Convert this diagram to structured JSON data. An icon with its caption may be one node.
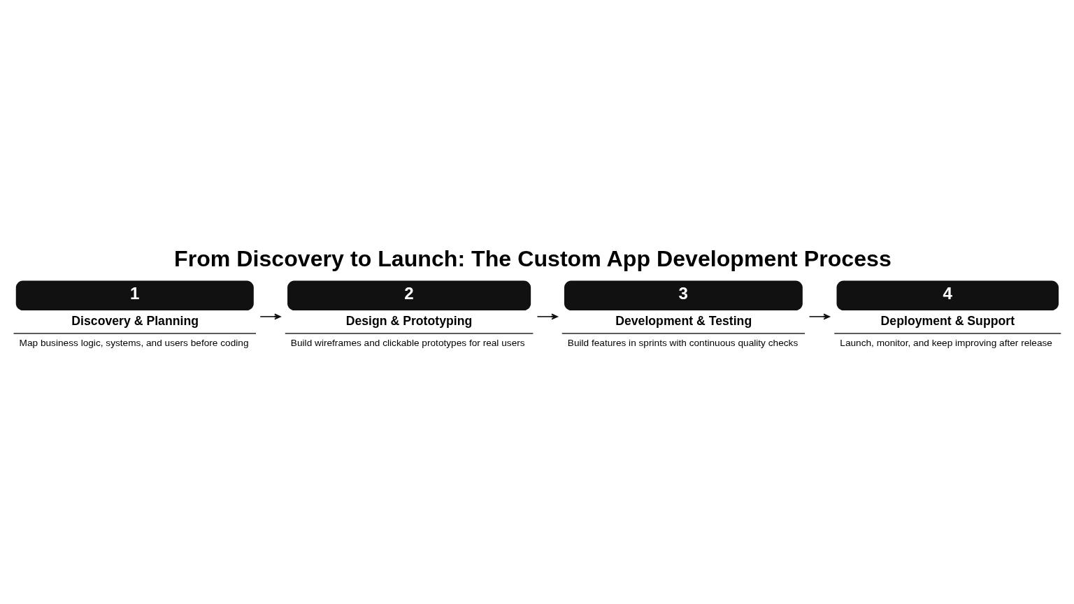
{
  "diagram": {
    "title": "From Discovery to Launch: The Custom App Development Process",
    "nodes": [
      {
        "text": [
          "1",
          "Discovery & Planning"
        ],
        "beside": [
          "Map business logic, systems, and users before coding"
        ]
      },
      {
        "text": [
          "2",
          "Design & Prototyping"
        ],
        "beside": [
          "Build wireframes and clickable prototypes for real users"
        ]
      },
      {
        "text": [
          "3",
          "Development & Testing"
        ],
        "beside": [
          "Build features in sprints with continuous quality checks"
        ]
      },
      {
        "text": [
          "4",
          "Deployment & Support"
        ],
        "beside": [
          "Launch, monitor, and keep improving after release"
        ]
      }
    ],
    "edges": [
      {
        "from": 0,
        "to": 1,
        "arrow": "to"
      },
      {
        "from": 1,
        "to": 2,
        "arrow": "to"
      },
      {
        "from": 2,
        "to": 3,
        "arrow": "to"
      }
    ]
  }
}
